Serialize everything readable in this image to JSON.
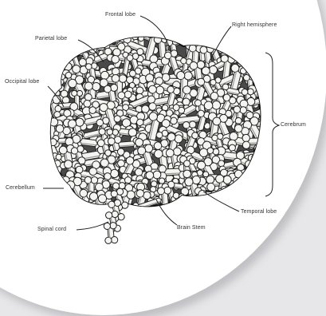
{
  "diagram": {
    "labels": {
      "frontal_lobe": "Frontal lobe",
      "parietal_lobe": "Parietal lobe",
      "right_hemisphere": "Right hemisphere",
      "occipital_lobe": "Occipital lobe",
      "cerebrum": "Cerebrum",
      "cerebellum": "Cerebellum",
      "temporal_lobe": "Temporal lobe",
      "spinal_cord": "Spinal cord",
      "brain_stem": "Brain Stem"
    },
    "colors": {
      "page": "#ffffff",
      "background": "#e7e7e9",
      "ink": "#222222",
      "bone_light": "#f4f4f1",
      "bone_shade": "#9a9a98"
    },
    "illustration": "brain made of stacked bone shapes"
  }
}
